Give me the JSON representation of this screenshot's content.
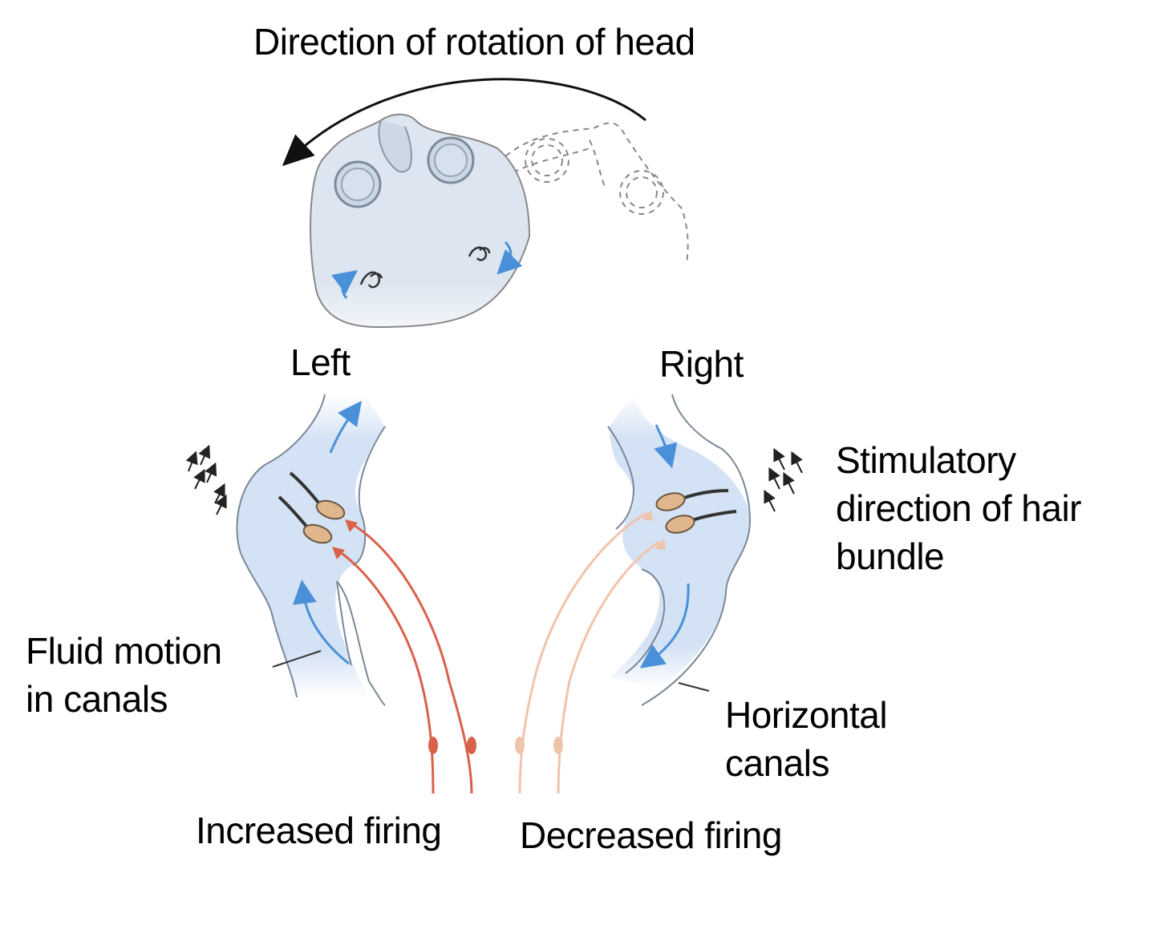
{
  "labels": {
    "title": "Direction of rotation of head",
    "left": "Left",
    "right": "Right",
    "stimulatory": [
      "Stimulatory",
      "direction of hair",
      "bundle"
    ],
    "fluid_motion": [
      "Fluid motion",
      "in canals"
    ],
    "horizontal_canals": [
      "Horizontal",
      "canals"
    ],
    "increased_firing": "Increased firing",
    "decreased_firing": "Decreased firing"
  },
  "colors": {
    "head_fill": "#dde6f0",
    "canal_fill": "#d4e2f5",
    "fluid_arrow": "#4a90d9",
    "increased_firing_nerve": "#d9614a",
    "decreased_firing_nerve": "#f0c4aa",
    "hair_cell": "#e0b78c",
    "outline": "#555555"
  }
}
